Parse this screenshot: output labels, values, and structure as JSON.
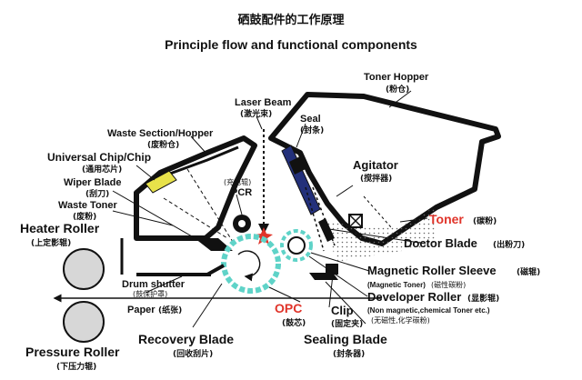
{
  "header": {
    "title_cn": "硒鼓配件的工作原理",
    "title_en": "Principle flow and functional components"
  },
  "labels": {
    "toner_hopper": "Toner Hopper",
    "toner_hopper_cn": "(粉仓)",
    "laser_beam": "Laser Beam",
    "laser_beam_cn": "(激光束)",
    "seal": "Seal",
    "seal_cn": "(封条)",
    "waste_section": "Waste Section/Hopper",
    "waste_section_cn": "(废粉仓)",
    "universal_chip": "Universal Chip/Chip",
    "universal_chip_cn": "(通用芯片)",
    "wiper_blade": "Wiper Blade",
    "wiper_blade_cn": "(刮刀)",
    "waste_toner": "Waste Toner",
    "waste_toner_cn": "(废粉)",
    "pcr_cn": "(充电辊)",
    "pcr": "PCR",
    "agitator": "Agitator",
    "agitator_cn": "(搅拌器)",
    "toner": "Toner",
    "toner_cn": "(碳粉)",
    "doctor_blade": "Doctor Blade",
    "doctor_blade_cn": "(出粉刀)",
    "heater_roller": "Heater Roller",
    "heater_roller_cn": "(上定影辊)",
    "drum_shutter": "Drum shutter",
    "drum_shutter_cn": "(鼓保护罩)",
    "magnetic_roller_sleeve": "Magnetic Roller Sleeve",
    "magnetic_roller_sleeve_cn": "(磁辊)",
    "magnetic_toner": "(Magnetic Toner)",
    "magnetic_toner_cn": "(磁性碳粉)",
    "developer_roller": "Developer Roller",
    "developer_roller_cn": "(显影辊)",
    "non_magnetic": "(Non magnetic,chemical Toner etc.)",
    "non_magnetic_cn": "(无磁性,化学碳粉)",
    "paper": "Paper",
    "paper_cn": "(纸张)",
    "opc": "OPC",
    "opc_cn": "(鼓芯)",
    "clip": "Clip",
    "clip_cn": "(固定夹)",
    "recovery_blade": "Recovery Blade",
    "recovery_blade_cn": "(回收刮片)",
    "sealing_blade": "Sealing Blade",
    "sealing_blade_cn": "(封条器)",
    "pressure_roller": "Pressure Roller",
    "pressure_roller_cn": "(下压力辊)"
  },
  "colors": {
    "accent_red": "#e0342a",
    "label_blue": "#1a2a8a",
    "opc_teal": "#5fd3c8",
    "chip_yellow": "#e8e24a",
    "toner_dots": "#555555"
  }
}
